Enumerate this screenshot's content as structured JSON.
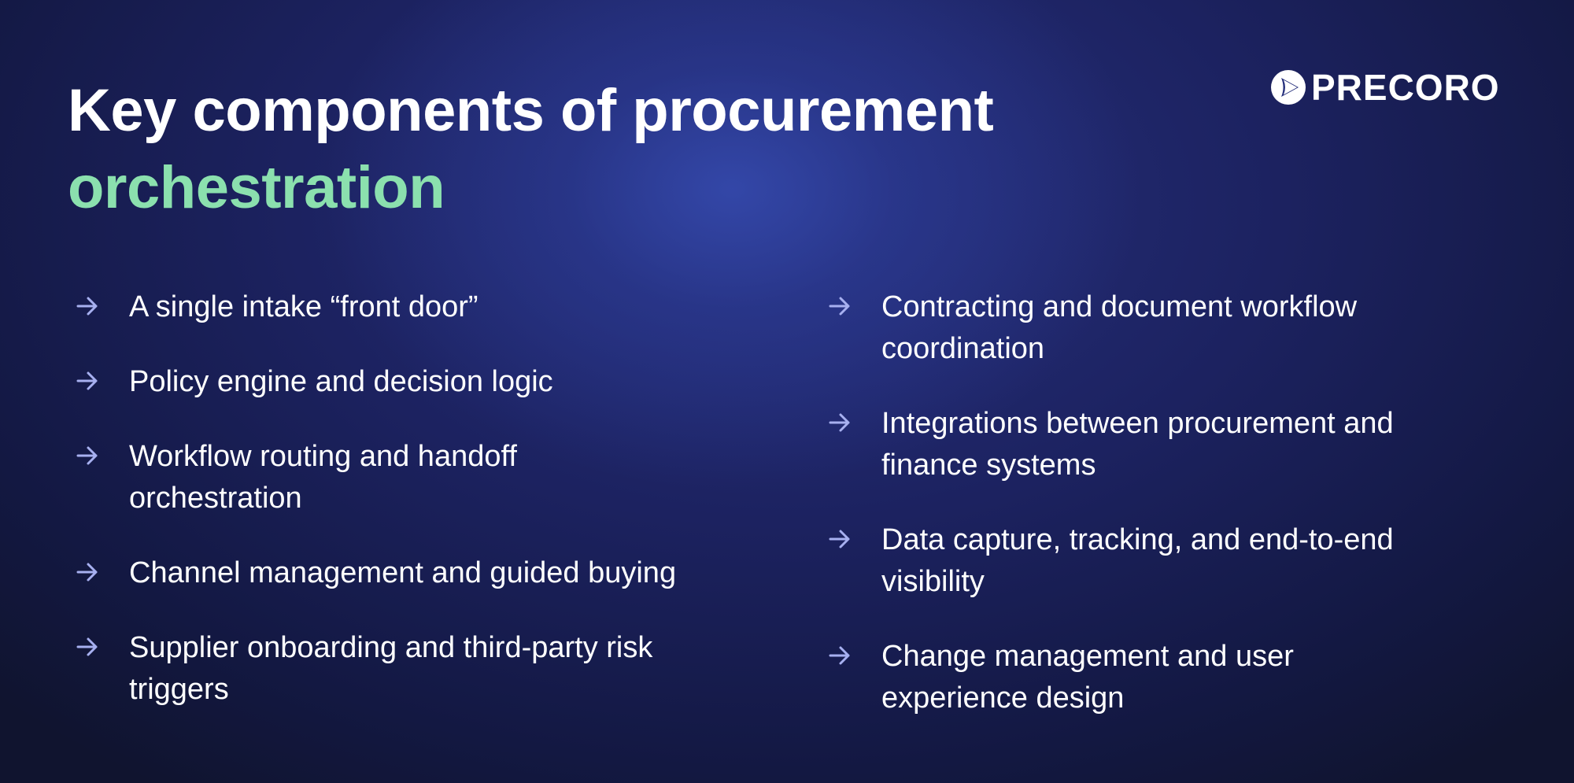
{
  "slide": {
    "title_line1": "Key components of procurement",
    "title_line2": "orchestration",
    "logo": {
      "icon": "precoro-play-circle-icon",
      "text": "PRECORO"
    },
    "colors": {
      "background_dark": "#10142f",
      "background_glow": "#2d3c9a",
      "title_white": "#ffffff",
      "title_accent": "#8be0ae",
      "arrow": "#a7b0f0"
    },
    "bullet_icon": "arrow-right-icon",
    "left_items": [
      {
        "lines": [
          "A single intake “front door”"
        ]
      },
      {
        "lines": [
          "Policy engine and decision logic"
        ]
      },
      {
        "lines": [
          "Workflow routing and handoff",
          "orchestration"
        ]
      },
      {
        "lines": [
          "Channel management and guided buying"
        ]
      },
      {
        "lines": [
          "Supplier onboarding and third-party risk",
          "triggers"
        ]
      }
    ],
    "right_items": [
      {
        "lines": [
          "Contracting and document workflow",
          "coordination"
        ]
      },
      {
        "lines": [
          "Integrations between procurement and",
          "finance systems"
        ]
      },
      {
        "lines": [
          "Data capture, tracking, and end-to-end",
          "visibility"
        ]
      },
      {
        "lines": [
          "Change management and user",
          "experience design"
        ]
      }
    ]
  }
}
